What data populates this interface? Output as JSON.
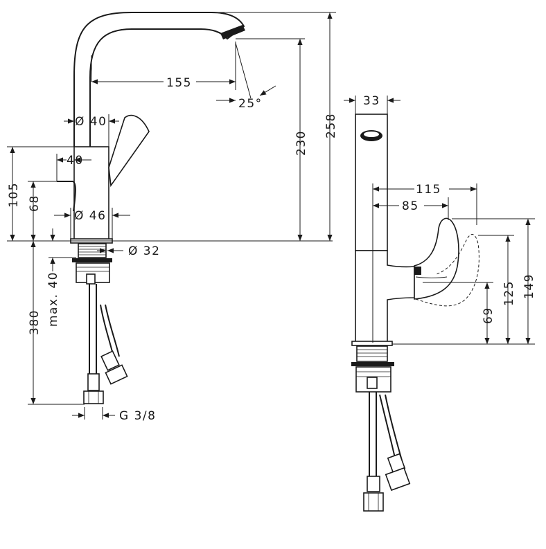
{
  "dimensions": {
    "spout_reach": "155",
    "spout_angle": "25°",
    "spout_diameter": "Ø 40",
    "lever_offset": "40",
    "body_diameter": "Ø 46",
    "hole_diameter": "Ø 32",
    "max_deck_thickness": "max. 40",
    "height_105": "105",
    "height_68": "68",
    "height_230": "230",
    "height_258": "258",
    "hose_length": "380",
    "connection_thread": "G 3/8",
    "spout_width": "33",
    "lever_115": "115",
    "lever_85": "85",
    "height_69": "69",
    "height_125": "125",
    "height_149": "149"
  }
}
